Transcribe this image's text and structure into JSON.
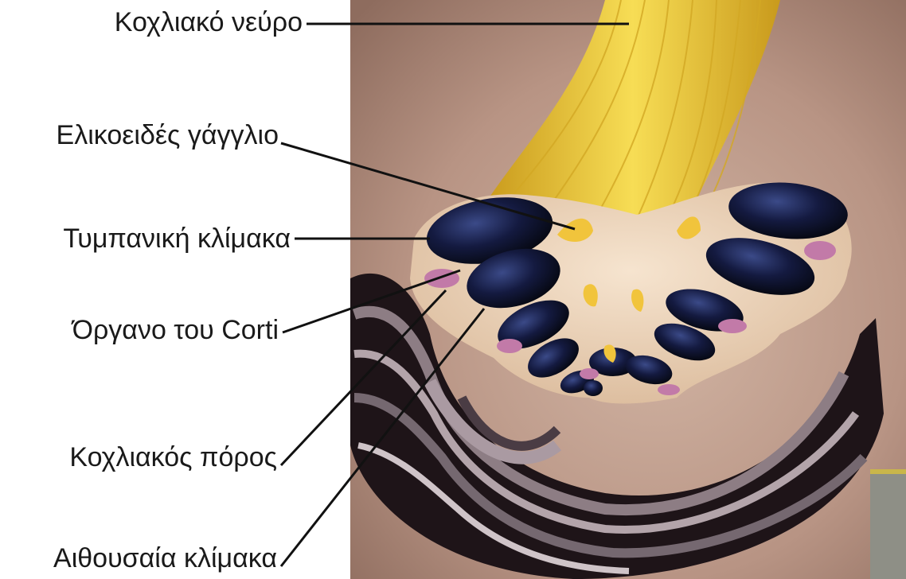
{
  "labels": {
    "cochlear_nerve": "Κοχλιακό νεύρο",
    "spiral_ganglion": "Ελικοειδές γάγγλιο",
    "scala_tympani": "Τυμπανική κλίμακα",
    "organ_of_corti": "Όργανο του Corti",
    "cochlear_duct": "Κοχλιακός πόρος",
    "scala_vestibuli": "Αιθουσαία κλίμακα"
  },
  "colors": {
    "background_panel": "#b89484",
    "nerve": "#f3d23a",
    "canal": "#0d1330",
    "bone": "#efd6bd",
    "organ": "#c27aa8",
    "tube_dark": "#1e1418"
  },
  "icons": {
    "inset_thumbnail": "photo-thumbnail-icon"
  }
}
